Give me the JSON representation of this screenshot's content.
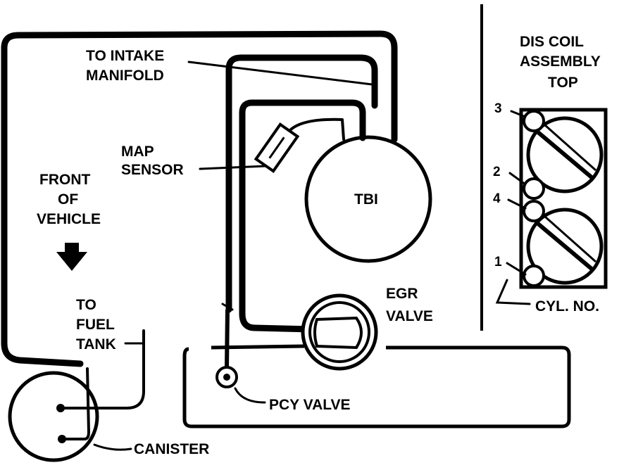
{
  "labels": {
    "intake_line1": "TO INTAKE",
    "intake_line2": "MANIFOLD",
    "map_line1": "MAP",
    "map_line2": "SENSOR",
    "front_line1": "FRONT",
    "front_line2": "OF",
    "front_line3": "VEHICLE",
    "fuel_line1": "TO",
    "fuel_line2": "FUEL",
    "fuel_line3": "TANK",
    "canister": "CANISTER",
    "tbi": "TBI",
    "egr_line1": "EGR",
    "egr_line2": "VALVE",
    "pcv": "PCY VALVE",
    "dis_line1": "DIS COIL",
    "dis_line2": "ASSEMBLY",
    "dis_line3": "TOP",
    "cyl_no": "CYL. NO."
  },
  "coil_terminals": [
    "3",
    "2",
    "4",
    "1"
  ]
}
